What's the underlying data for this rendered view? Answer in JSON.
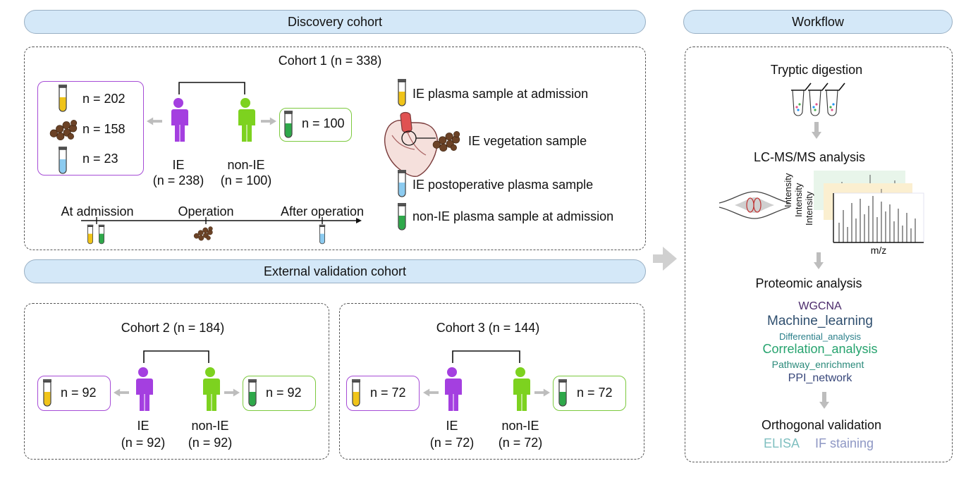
{
  "discovery": {
    "title": "Discovery cohort",
    "cohort1": {
      "title": "Cohort 1 (n = 338)",
      "samples": [
        "n = 202",
        "n = 158",
        "n = 23"
      ],
      "ie_label": "IE",
      "ie_n": "(n = 238)",
      "nonie_label": "non-IE",
      "nonie_n": "(n = 100)",
      "nonie_sample": "n = 100",
      "timeline": [
        "At admission",
        "Operation",
        "After operation"
      ]
    },
    "legend": [
      "IE plasma sample at admission",
      "IE vegetation sample",
      "IE postoperative plasma sample",
      "non-IE plasma sample at admission"
    ]
  },
  "external": {
    "title": "External validation cohort",
    "cohort2": {
      "title": "Cohort 2 (n = 184)",
      "ie_sample": "n = 92",
      "nonie_sample": "n = 92",
      "ie_label": "IE",
      "ie_n": "(n = 92)",
      "nonie_label": "non-IE",
      "nonie_n": "(n = 92)"
    },
    "cohort3": {
      "title": "Cohort 3 (n = 144)",
      "ie_sample": "n = 72",
      "nonie_sample": "n = 72",
      "ie_label": "IE",
      "ie_n": "(n = 72)",
      "nonie_label": "non-IE",
      "nonie_n": "(n = 72)"
    }
  },
  "workflow": {
    "title": "Workflow",
    "steps": [
      "Tryptic digestion",
      "LC-MS/MS analysis",
      "Proteomic analysis",
      "Orthogonal validation"
    ],
    "spectrum": {
      "axis_y": "Intensity",
      "axis_x": "m/z"
    },
    "analyses": [
      "WGCNA",
      "Machine_learning",
      "Differential_analysis",
      "Correlation_analysis",
      "Pathway_enrichment",
      "PPI_network"
    ],
    "validation": [
      "ELISA",
      "IF staining"
    ]
  },
  "colors": {
    "ie": "#a43fe0",
    "nonie": "#7dd21f",
    "pill_fill": "#d4e8f8",
    "arrow": "#bdbdbd",
    "yellow_tube": "#f0c419",
    "blue_tube": "#8ccbf0",
    "green_tube": "#2ea84a"
  }
}
